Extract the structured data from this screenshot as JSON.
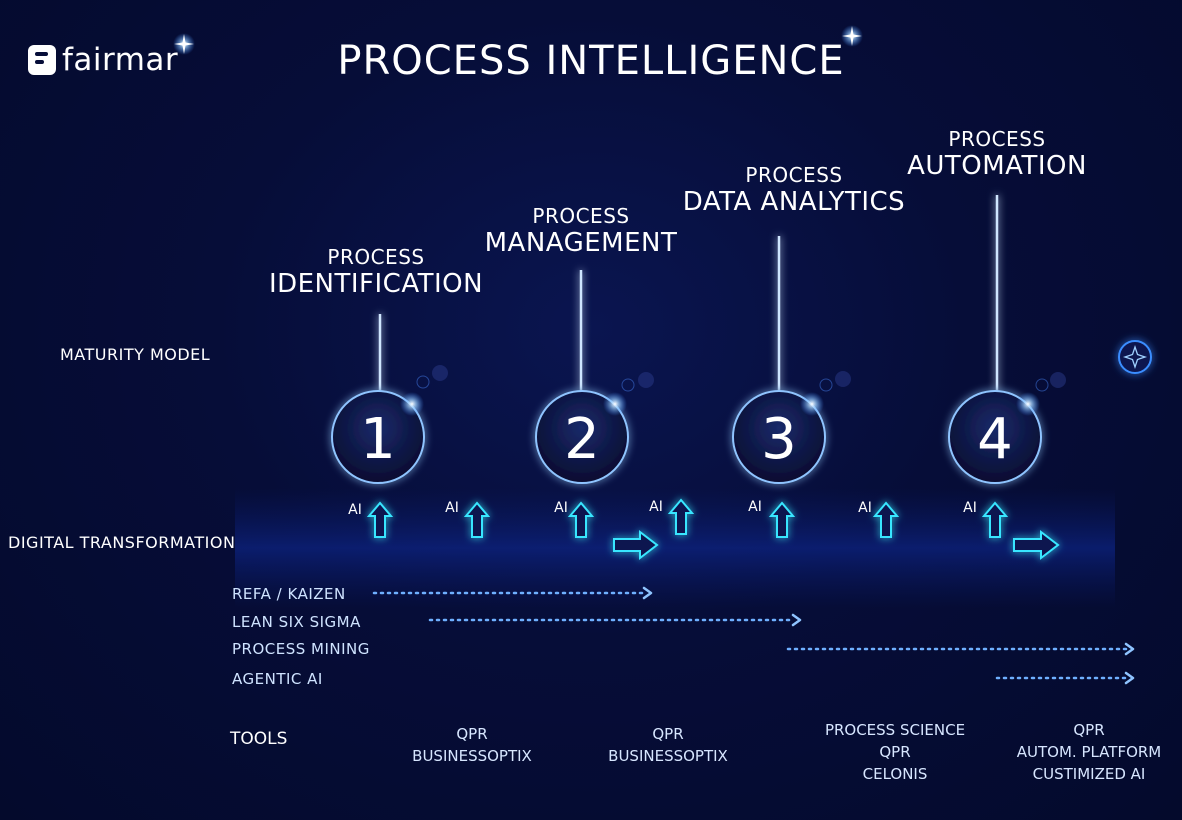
{
  "brand": {
    "logo_text": "fairmar"
  },
  "title": "PROCESS INTELLIGENCE",
  "maturity_model_label": "MATURITY MODEL",
  "digital_transformation_label": "DIGITAL TRANSFORMATION",
  "stages": [
    {
      "number": "1",
      "line1": "PROCESS",
      "line2": "IDENTIFICATION"
    },
    {
      "number": "2",
      "line1": "PROCESS",
      "line2": "MANAGEMENT"
    },
    {
      "number": "3",
      "line1": "PROCESS",
      "line2": "DATA ANALYTICS"
    },
    {
      "number": "4",
      "line1": "PROCESS",
      "line2": "AUTOMATION"
    }
  ],
  "ai_label": "AI",
  "methods": [
    {
      "label": "REFA / KAIZEN"
    },
    {
      "label": "LEAN SIX SIGMA"
    },
    {
      "label": "PROCESS MINING"
    },
    {
      "label": "AGENTIC AI"
    }
  ],
  "tools_label": "TOOLS",
  "tools": [
    {
      "lines": [
        "QPR",
        "BUSINESSOPTIX"
      ]
    },
    {
      "lines": [
        "QPR",
        "BUSINESSOPTIX"
      ]
    },
    {
      "lines": [
        "PROCESS SCIENCE",
        "QPR",
        "CELONIS"
      ]
    },
    {
      "lines": [
        "QPR",
        "AUTOM. PLATFORM",
        "CUSTIMIZED AI"
      ]
    }
  ],
  "colors": {
    "glow": "#3a8dff",
    "line": "#9fd0ff",
    "arrow": "#39e6ff",
    "dots": "#6fb0ff",
    "background": "#060d38"
  },
  "icons": [
    "star-sparkle-icon",
    "compass-star-icon",
    "up-arrow-icon",
    "right-arrow-icon"
  ]
}
